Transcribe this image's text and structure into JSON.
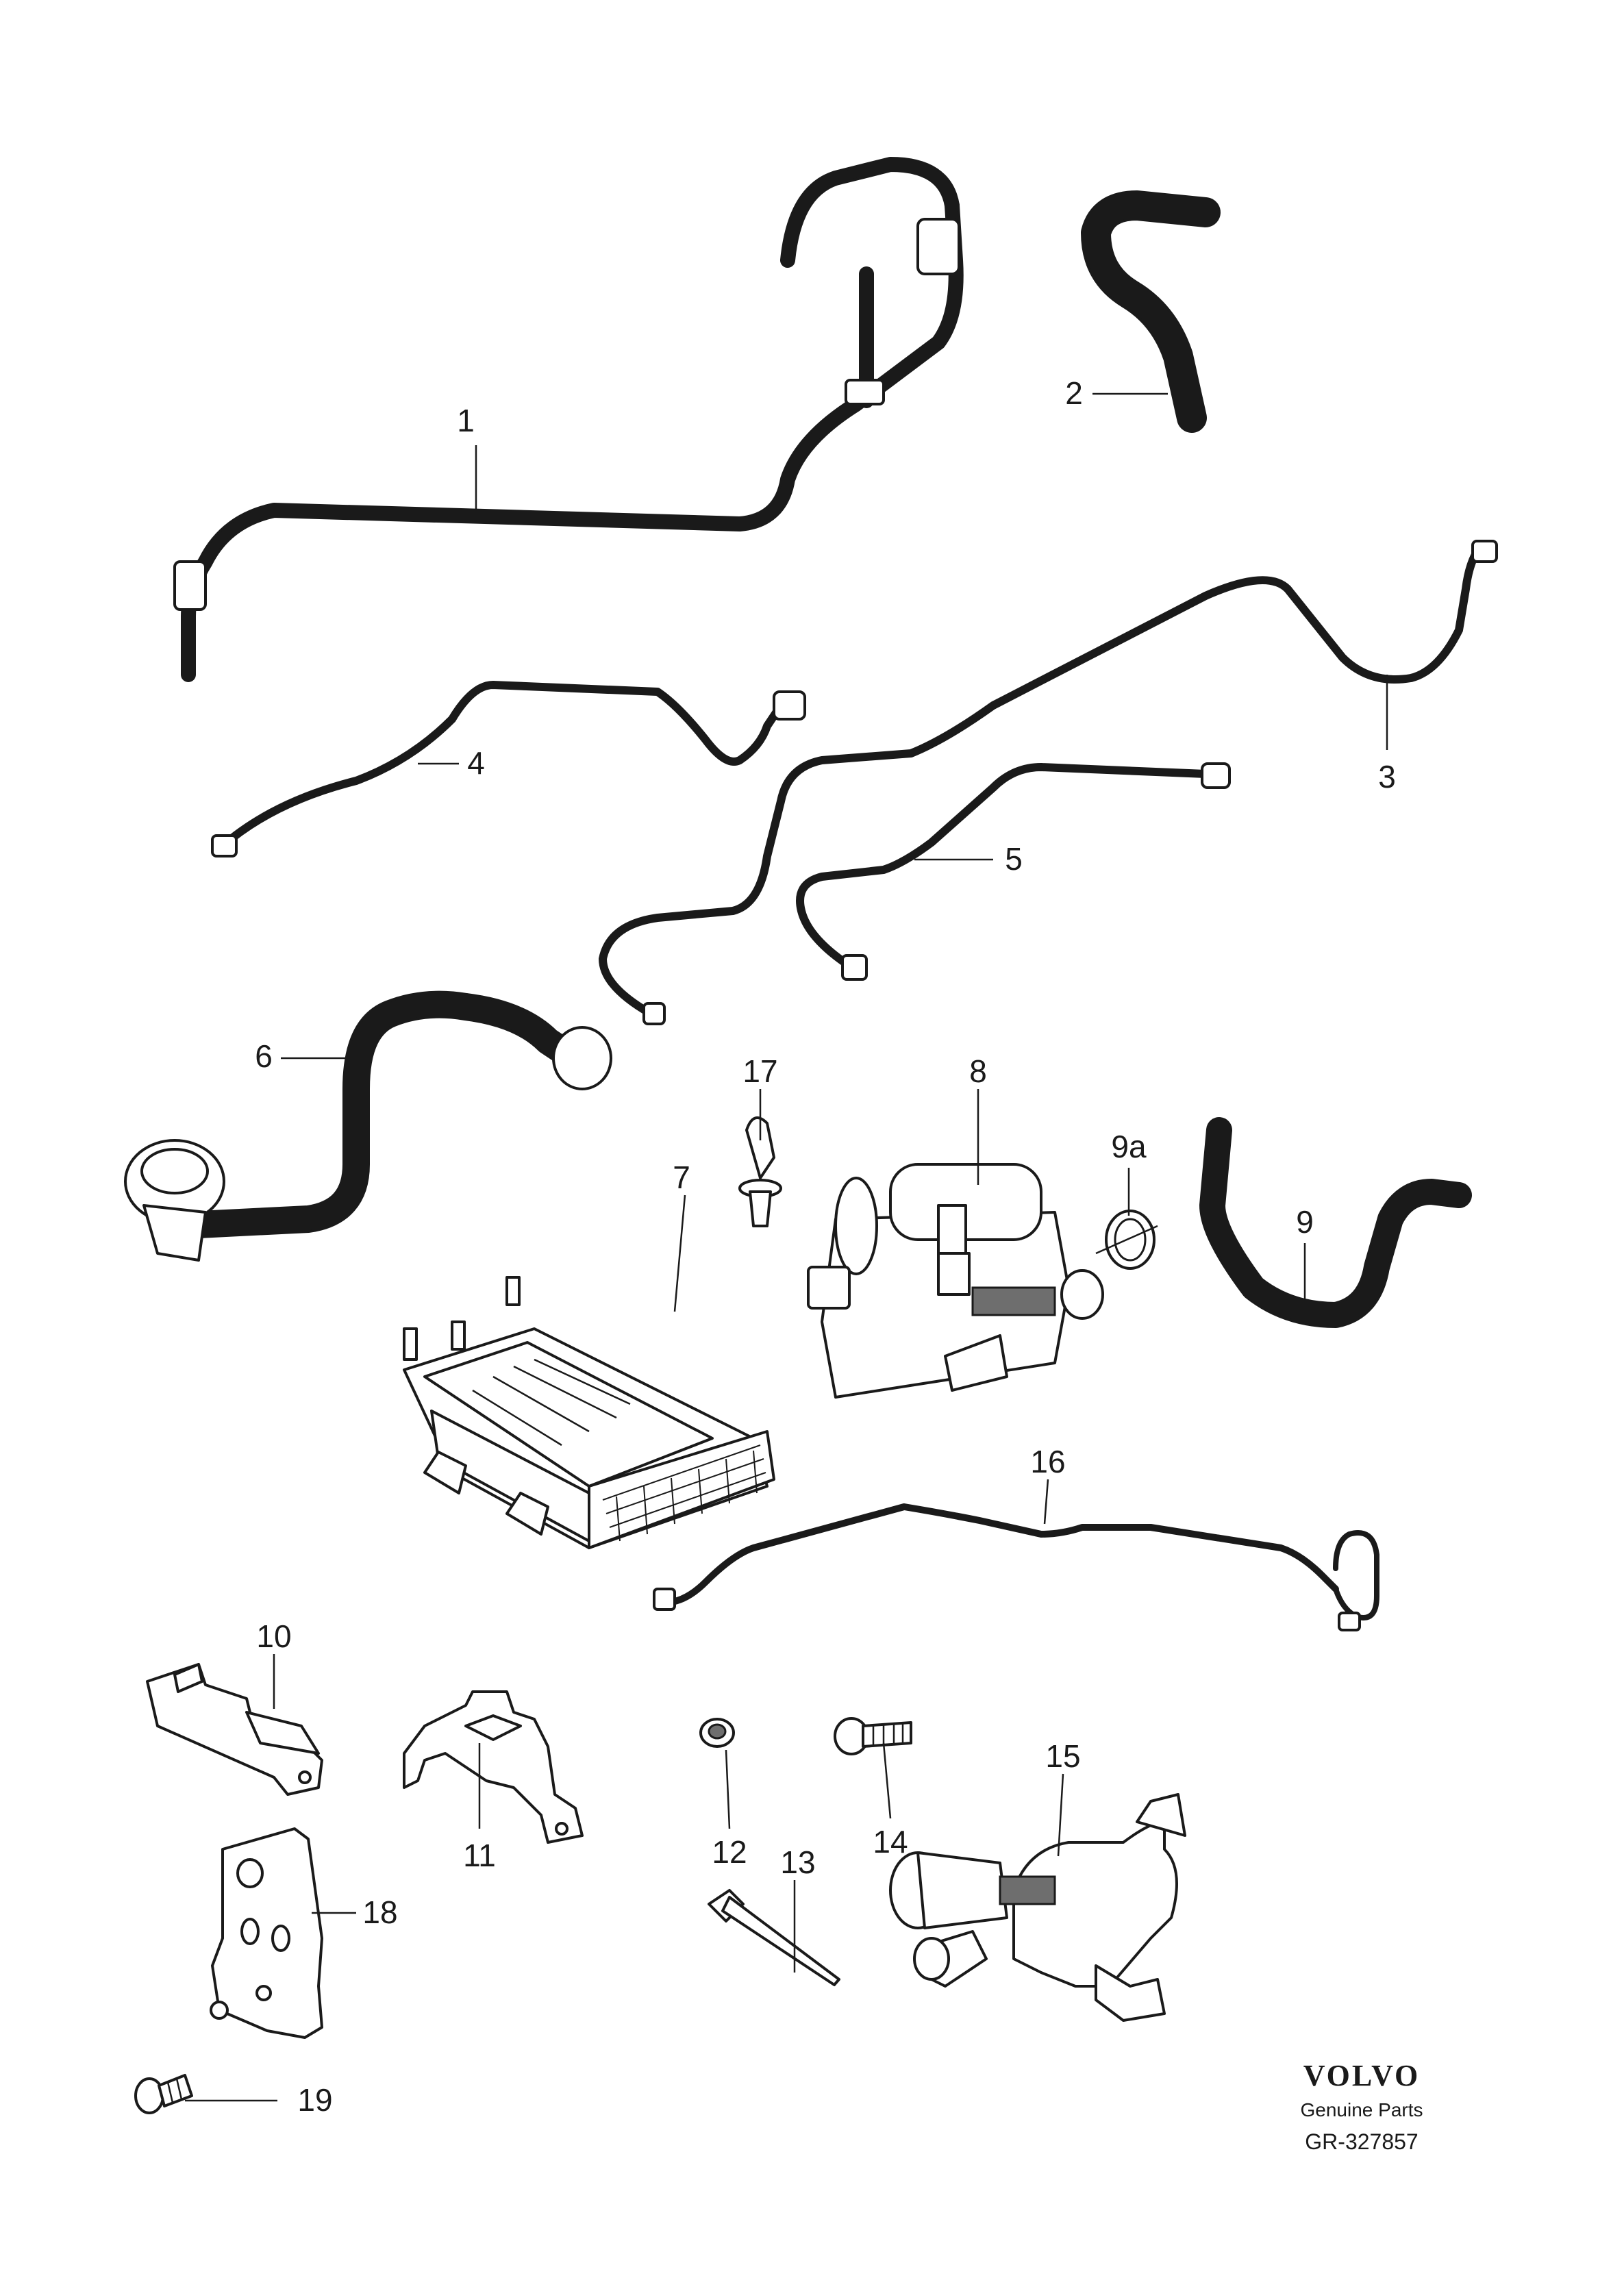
{
  "labels": {
    "l1": "1",
    "l2": "2",
    "l3": "3",
    "l4": "4",
    "l5": "5",
    "l6": "6",
    "l7": "7",
    "l8": "8",
    "l9": "9",
    "l9a": "9a",
    "l10": "10",
    "l11": "11",
    "l12": "12",
    "l13": "13",
    "l14": "14",
    "l15": "15",
    "l16": "16",
    "l17": "17",
    "l18": "18",
    "l19": "19"
  },
  "brand": {
    "logo": "VOLVO",
    "subtitle": "Genuine Parts",
    "reference": "GR-327857"
  }
}
